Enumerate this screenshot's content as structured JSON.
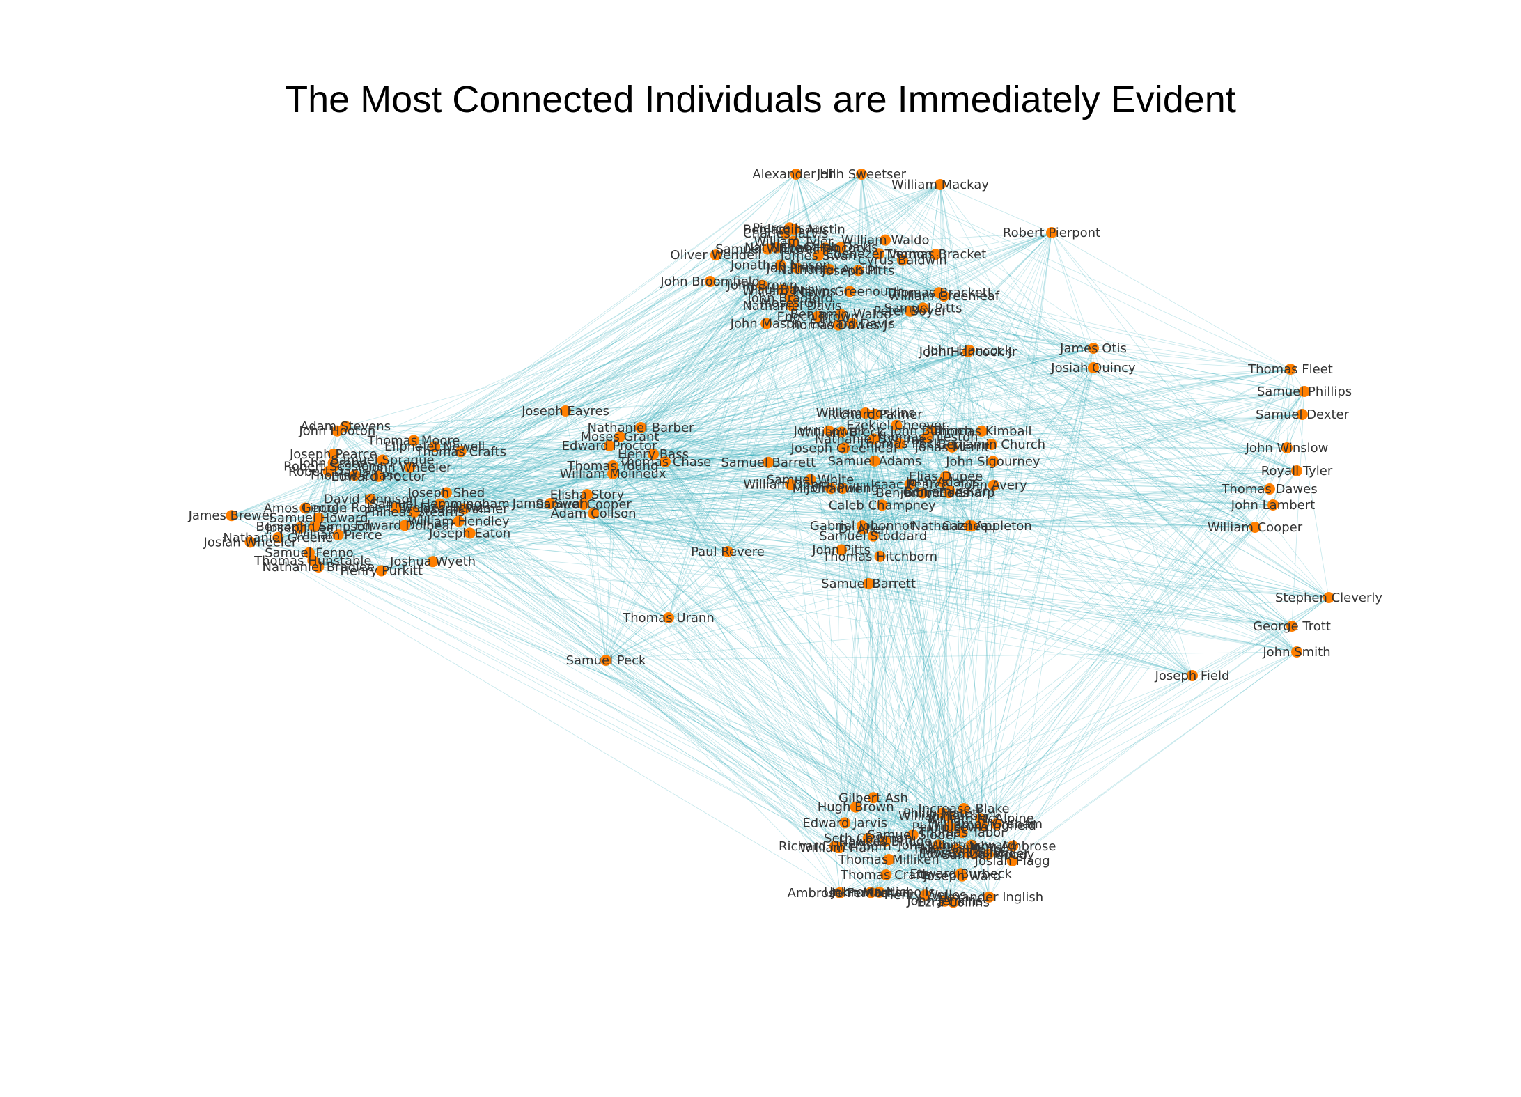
{
  "title": "The Most Connected Individuals are Immediately Evident",
  "colors": {
    "edge": "#2aa8b8",
    "node": "#ff7f00",
    "label": "#333333",
    "title": "#000000"
  },
  "clusters": {
    "left": [
      "Robert Davis",
      "Joseph Lee",
      "Eliphalet Newell",
      "Adam Stevens",
      "David Kinnison",
      "Samuel Hemmingham",
      "Nathaniel Greene",
      "Joseph Shed",
      "Thomas Crafts",
      "William Pierce",
      "Josiah Wheeler",
      "Edward Dolbear",
      "John Hooton",
      "Thomas Moore",
      "Joseph Eaton",
      "William Hendley",
      "Edward Proctor",
      "Samuel Howard",
      "Joseph Pearce",
      "George Robert Twelves Hewes",
      "Phineas Stearns",
      "Robert Sessions",
      "Samuel Fenno",
      "Benjamin Simpson",
      "Thomas Chase",
      "Joshua Wyeth",
      "James Brewer",
      "John Crane",
      "Nathaniel Bradlee",
      "Thomas Hunstable",
      "John Wheeler",
      "Joseph Palmer",
      "Samuel Sprague",
      "Henry Purkitt",
      "Amos Lincoln"
    ],
    "upper": [
      "John Brown",
      "Thomas Brackett",
      "Samuel Whitwell",
      "Nathaniel Austin",
      "William Phillips",
      "Thomas Bracket",
      "James Swan",
      "Enoch Brown",
      "John Broomfield",
      "Benjamin Austin",
      "Charles Jarvis",
      "William Waldo",
      "John Mason",
      "Moses Gill",
      "Benjamin Waldo",
      "Eben Hancock",
      "Cyrus Baldwin",
      "Jonathan Mason",
      "Job Prince",
      "Newn Greenough",
      "Ebenezer Vernon",
      "Joseph Pitts",
      "Nathaniel Davis",
      "Pierce Isaac",
      "John Bradford",
      "Nat Noyes",
      "Edward Davis",
      "Oliver Wendell",
      "William Greenleaf",
      "Peter Boyer",
      "Paul Davis",
      "William Tyler",
      "Samuel Pitts",
      "Caleb Davis",
      "Thomas Dawes Jr"
    ],
    "middle": [
      "Joseph Greenleaf",
      "Samuel Adams",
      "John Avery",
      "Elias Dupee",
      "Benjamin Church",
      "Ezekiel Cheever",
      "William Dennie",
      "Nathaniel Appleton",
      "William Breck",
      "John Bulfinch",
      "Thomas Hitchborn",
      "John Pulling",
      "Gibbens Sharp",
      "John Lowell",
      "Thomas Kimball",
      "John Adams",
      "Samuel Barrett",
      "Richard Palmer",
      "Samuel Stoddard",
      "Benjamin Kent",
      "John Sigourney",
      "Dr Allen",
      "William Hoskins",
      "John Pitts",
      "Thomas Peck",
      "Jonas Merrit",
      "Gabriel Johonnot",
      "Samuel White",
      "Thomas Tileston",
      "Nathaniel Symmes",
      "Benjamin Edes",
      "Caleb Champney",
      "Mr Chadwell",
      "Isaac Pearce",
      "Cazneau"
    ],
    "bottom": [
      "Thomas Crafts",
      "Henry Welles",
      "John Marlton",
      "Thomas Tabor",
      "John Ambrose",
      "Samuel Sloper",
      "Thomas Webb",
      "Hawkes Bridge",
      "William Ham",
      "Gilbert Ash",
      "Ezra Collins",
      "Edward Jarvis",
      "Edward Burbeck",
      "Hugh Brown",
      "Philip Marett",
      "William Wingfield",
      "Unknown Nicholls",
      "Joseph Ward",
      "Thomas Milliken",
      "Josiah Flagg",
      "Seth Chipman",
      "William McAlpine",
      "Alexander Inglish",
      "Phillip Lewis",
      "Richard Hitchborn",
      "Samuel Moody",
      "William Burbeck",
      "John Jenkins",
      "Increase Blake",
      "Edward Callender",
      "James Graham",
      "Ambrose Ferriter",
      "Moses Deshon",
      "John Whitten",
      "James Seward"
    ]
  },
  "named_nodes": [
    {
      "label": "Alexander Hill"
    },
    {
      "label": "John Sweetser"
    },
    {
      "label": "William Mackay"
    },
    {
      "label": "Robert Pierpont"
    },
    {
      "label": "James Otis"
    },
    {
      "label": "Josiah Quincy"
    },
    {
      "label": "John Hancock"
    },
    {
      "label": "Thomas Fleet"
    },
    {
      "label": "Samuel Phillips"
    },
    {
      "label": "Samuel Dexter"
    },
    {
      "label": "John Winslow"
    },
    {
      "label": "Royall Tyler"
    },
    {
      "label": "Thomas Dawes"
    },
    {
      "label": "John Lambert"
    },
    {
      "label": "William Cooper"
    },
    {
      "label": "Stephen Cleverly"
    },
    {
      "label": "George Trott"
    },
    {
      "label": "John Smith"
    },
    {
      "label": "Joseph Field"
    },
    {
      "label": "Joseph Eayres"
    },
    {
      "label": "Nathaniel Barber"
    },
    {
      "label": "Moses Grant"
    },
    {
      "label": "Edward Proctor"
    },
    {
      "label": "Henry Bass"
    },
    {
      "label": "William Molineux"
    },
    {
      "label": "Elisha Story"
    },
    {
      "label": "Samuel Cooper"
    },
    {
      "label": "Adam Collson"
    },
    {
      "label": "Paul Revere"
    },
    {
      "label": "Thomas Urann"
    },
    {
      "label": "Samuel Peck"
    },
    {
      "label": "Thomas Chase"
    },
    {
      "label": "Thomas Young"
    },
    {
      "label": "James Swan"
    },
    {
      "label": "Samuel Barrett"
    },
    {
      "label": "John Hancock Jr"
    }
  ]
}
